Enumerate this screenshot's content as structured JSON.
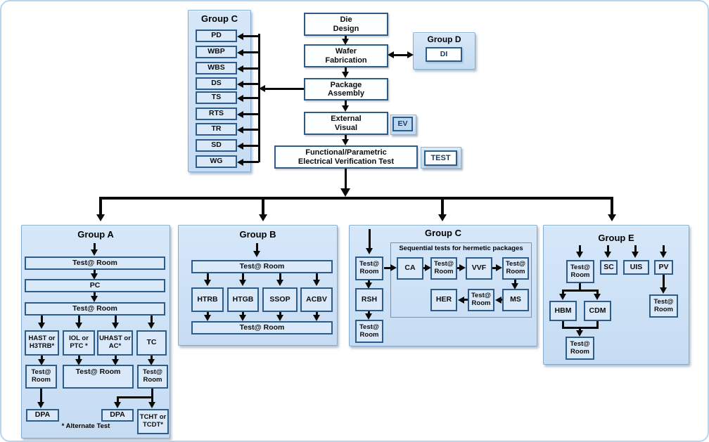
{
  "top_flow": {
    "die_design": "Die\nDesign",
    "wafer_fabrication": "Wafer\nFabrication",
    "package_assembly": "Package\nAssembly",
    "external_visual": "External\nVisual",
    "functional_test": "Functional/Parametric\nElectrical Verification Test",
    "ev_tag": "EV",
    "test_tag": "TEST"
  },
  "group_d": {
    "title": "Group D",
    "di": "DI"
  },
  "group_c_top": {
    "title": "Group C",
    "items": [
      "PD",
      "WBP",
      "WBS",
      "DS",
      "TS",
      "RTS",
      "TR",
      "SD",
      "WG"
    ]
  },
  "shared": {
    "test_room": "Test@ Room",
    "test_room_stacked": "Test@\nRoom"
  },
  "group_a": {
    "title": "Group A",
    "pc": "PC",
    "branch_1": "HAST or\nH3TRB*",
    "branch_2": "IOL or\nPTC *",
    "branch_3": "UHAST or\nAC*",
    "branch_4": "TC",
    "dpa": "DPA",
    "tcht": "TCHT or\nTCDT*",
    "footnote": "* Alternate Test"
  },
  "group_b": {
    "title": "Group B",
    "branch_1": "HTRB",
    "branch_2": "HTGB",
    "branch_3": "SSOP",
    "branch_4": "ACBV"
  },
  "group_c_bottom": {
    "title": "Group C",
    "container_label": "Sequential tests for hermetic packages",
    "ca": "CA",
    "vvf": "VVF",
    "ms": "MS",
    "her": "HER",
    "rsh": "RSH"
  },
  "group_e": {
    "title": "Group E",
    "sc": "SC",
    "uis": "UIS",
    "pv": "PV",
    "hbm": "HBM",
    "cdm": "CDM"
  },
  "colors": {
    "panel_fill": "#cde1f6",
    "box_border": "#2e5c8a",
    "box_fill": "#d9e9fa",
    "white_box_fill": "#fdfeff",
    "tag_text": "#1b3a61",
    "arrow": "#0a0a0a",
    "page_border": "#b9d5ee"
  }
}
